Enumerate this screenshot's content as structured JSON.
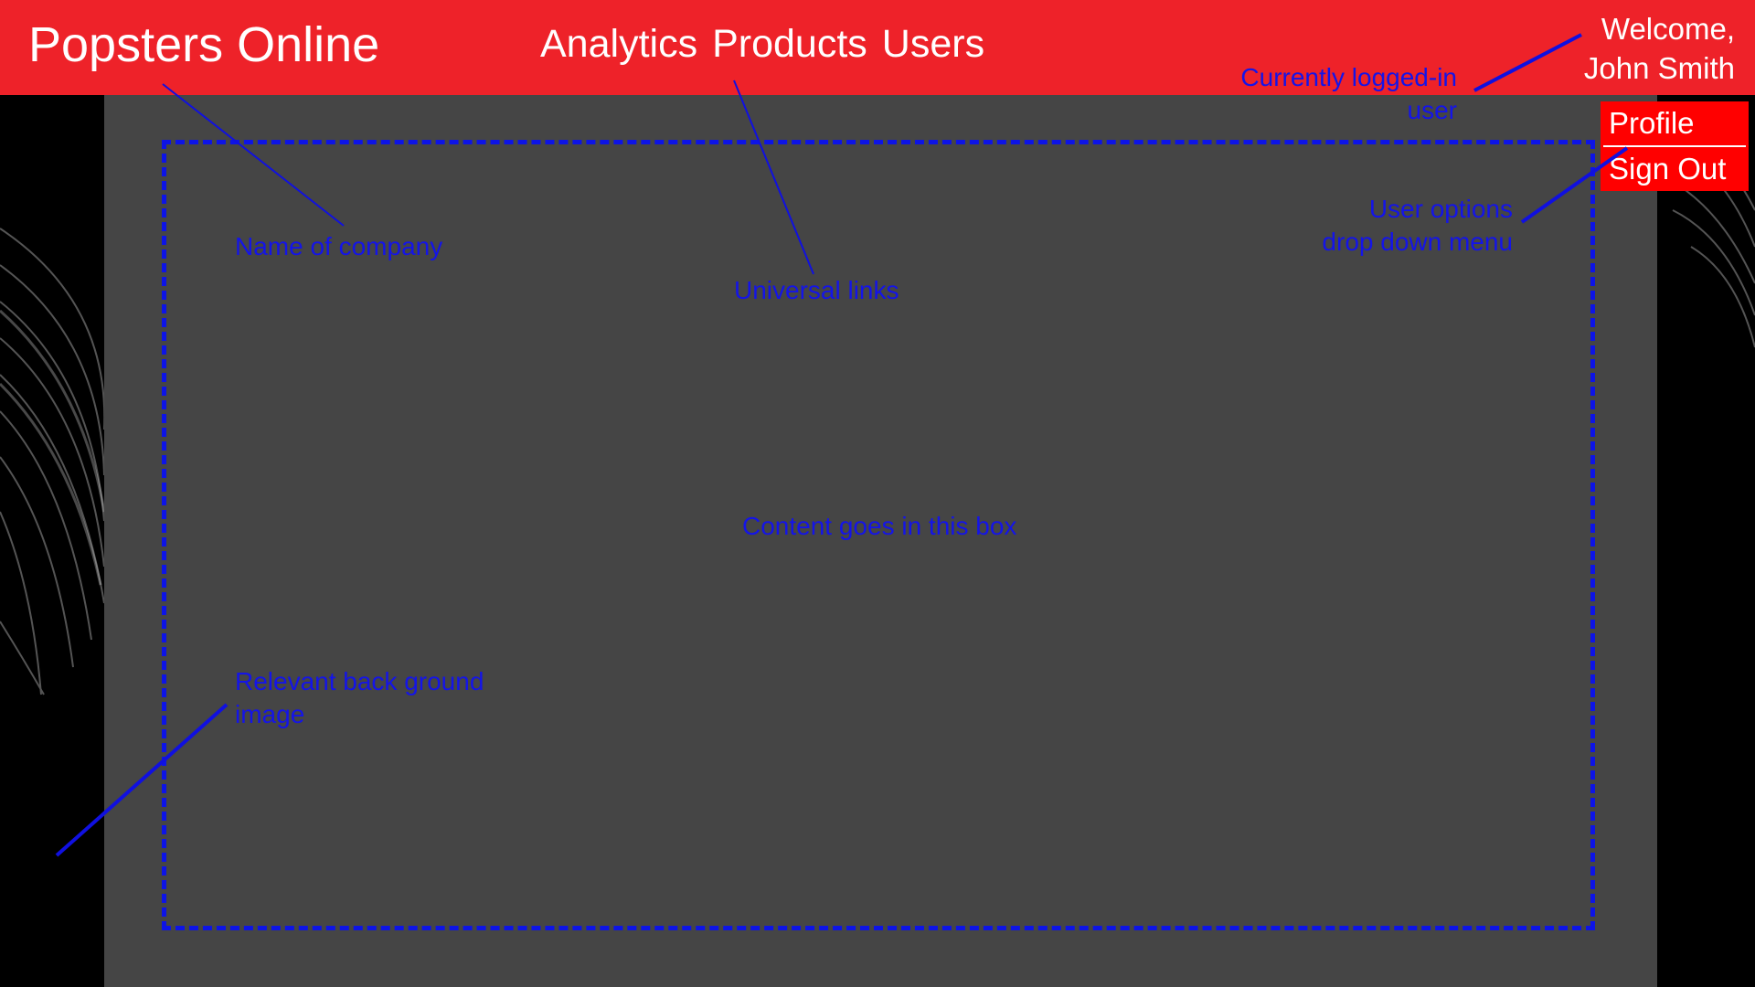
{
  "header": {
    "company_name": "Popsters Online",
    "nav_links": [
      "Analytics",
      "Products",
      "Users"
    ],
    "welcome_line1": "Welcome,",
    "welcome_line2": "John Smith"
  },
  "user_menu": {
    "items": [
      "Profile",
      "Sign Out"
    ]
  },
  "annotations": {
    "company": "Name of company",
    "links": "Universal links",
    "logged_in_line1": "Currently logged-in",
    "logged_in_line2": "user",
    "user_options_line1": "User options",
    "user_options_line2": "drop down menu",
    "content_box": "Content goes in this box",
    "background_line1": "Relevant back ground",
    "background_line2": "image"
  },
  "colors": {
    "header": "#ee2229",
    "menu": "#ff0000",
    "panel": "#454545",
    "annotation": "#1414e8"
  }
}
